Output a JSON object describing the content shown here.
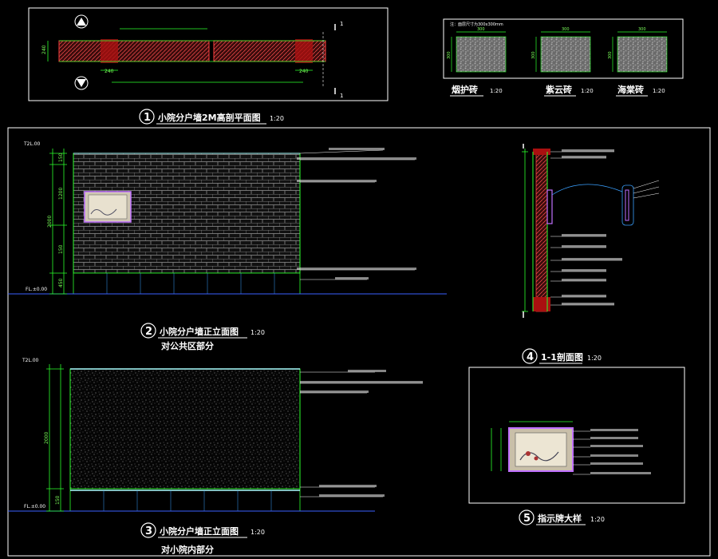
{
  "views": {
    "v1": {
      "number": "1",
      "title": "小院分户墙2M高剖平面图",
      "scale": "1:20"
    },
    "v2": {
      "number": "2",
      "title": "小院分户墙正立面图",
      "subtitle": "对公共区部分",
      "scale": "1:20"
    },
    "v3": {
      "number": "3",
      "title": "小院分户墙正立面图",
      "subtitle": "对小院内部分",
      "scale": "1:20"
    },
    "v4": {
      "number": "4",
      "title": "1-1剖面图",
      "scale": "1:20"
    },
    "v5": {
      "number": "5",
      "title": "指示牌大样",
      "scale": "1:20"
    }
  },
  "plan": {
    "dim_240_left": "240",
    "dim_240_right": "240",
    "section_mark": "1",
    "section_mark_bottom": "1",
    "left_dim": "240"
  },
  "swatches": {
    "header_note": "注：面层尺寸为300x300mm",
    "items": [
      {
        "name": "烟护砖",
        "scale": "1:20",
        "width": "300",
        "height": "300"
      },
      {
        "name": "紫云砖",
        "scale": "1:20",
        "width": "300",
        "height": "300"
      },
      {
        "name": "海棠砖",
        "scale": "1:20",
        "width": "300",
        "height": "300"
      }
    ]
  },
  "elev2": {
    "top_level": "T2L.00",
    "bottom_level": "FL.±0.00",
    "dims": [
      "150",
      "1200",
      "150",
      "2000",
      "450"
    ]
  },
  "elev3": {
    "top_level": "T2L.00",
    "bottom_level": "FL.±0.00",
    "dims": [
      "2000",
      "150"
    ]
  },
  "colors": {
    "line_green": "#2bff2b",
    "brick_gray": "#9a9a9a",
    "text": "#ffffff",
    "hatch_red": "#ff3030",
    "sign_border": "#c070ff"
  }
}
